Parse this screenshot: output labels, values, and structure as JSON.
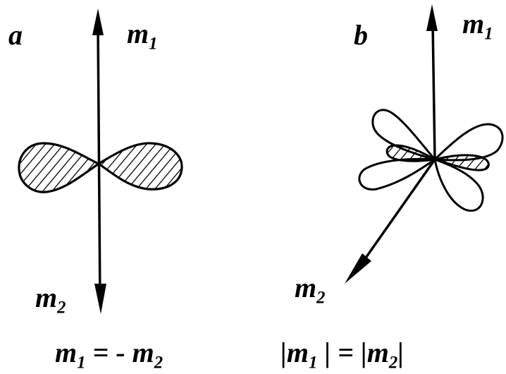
{
  "panel_a": {
    "letter": "a",
    "m1_base": "m",
    "m1_sub": "1",
    "m2_base": "m",
    "m2_sub": "2",
    "equation": {
      "lhs_base": "m",
      "lhs_sub": "1",
      "middle": " = - ",
      "rhs_base": "m",
      "rhs_sub": "2"
    }
  },
  "panel_b": {
    "letter": "b",
    "m1_base": "m",
    "m1_sub": "1",
    "m2_base": "m",
    "m2_sub": "2",
    "equation": {
      "open": "|",
      "lhs_base": "m",
      "lhs_sub": "1",
      "middle": " | = |",
      "rhs_base": "m",
      "rhs_sub": "2",
      "close": "|"
    }
  }
}
